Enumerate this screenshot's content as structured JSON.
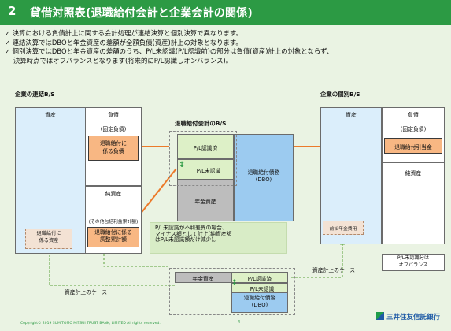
{
  "header": {
    "number": "2",
    "title": "貸借対照表(退職給付会計と企業会計の関係)"
  },
  "bullets": [
    "✓ 決算における負債計上に関する会計処理が連結決算と個別決算で異なります。",
    "✓ 連結決算ではDBOと年金資産の差額が全額負債(資産)計上の対象となります。",
    "✓ 個別決算ではDBOと年金資産の差額のうち、P/L未認識(P/L認識前)の部分は負債(資産)計上の対象とならず、",
    "決算時点ではオフバランスとなります(将来的にP/L認識しオンバランス)。"
  ],
  "consolidated": {
    "title": "企業の連結B/S",
    "assets": "資産",
    "liabilities": "負債",
    "fixed_liab": "(固定負債)",
    "retire_liab": "退職給付に\n係る負債",
    "net_assets": "純資産",
    "oci": "(その他包括利益累計額)",
    "adj_total": "退職給付に係る\n調整累計額",
    "retire_asset": "退職給付に\n係る資産"
  },
  "center": {
    "title": "退職給付会計のB/S",
    "pl_recognized": "P/L認識済",
    "pl_unrecognized": "P/L未認識",
    "plan_assets": "年金資産",
    "dbo": "退職給付債務\n(DBO)"
  },
  "callout": "P/L未認識が不利差異の場合、\nマイナス額として計上(純資産額\nはP/L未認識額だけ減少)。",
  "asset_case_left": "資産計上のケース",
  "asset_case_right": "資産計上のケース",
  "bottom": {
    "plan_assets": "年金資産",
    "pl_recognized": "P/L認識済",
    "pl_unrecognized": "P/L未認識",
    "dbo": "退職給付債務\n(DBO)"
  },
  "individual": {
    "title": "企業の個別B/S",
    "assets": "資産",
    "liabilities": "負債",
    "fixed_liab": "(固定負債)",
    "allowance": "退職給付引当金",
    "net_assets": "純資産",
    "prepaid": "前払年金費用",
    "off_balance": "P/L未認識分は\nオフバランス"
  },
  "footer": {
    "copyright": "Copyright© 2019 SUMITOMO MITSUI TRUST BANK, LIMITED All rights reserved.",
    "page": "4",
    "logo": "三井住友信託銀行"
  },
  "colors": {
    "title_green": "#2c9a44",
    "orange_fill": "#f8b783",
    "arrow_orange": "#ec7a2a",
    "green_fill": "#ddf0c7",
    "blue_fill": "#9ccbf0",
    "grey_fill": "#bdbdbd"
  }
}
